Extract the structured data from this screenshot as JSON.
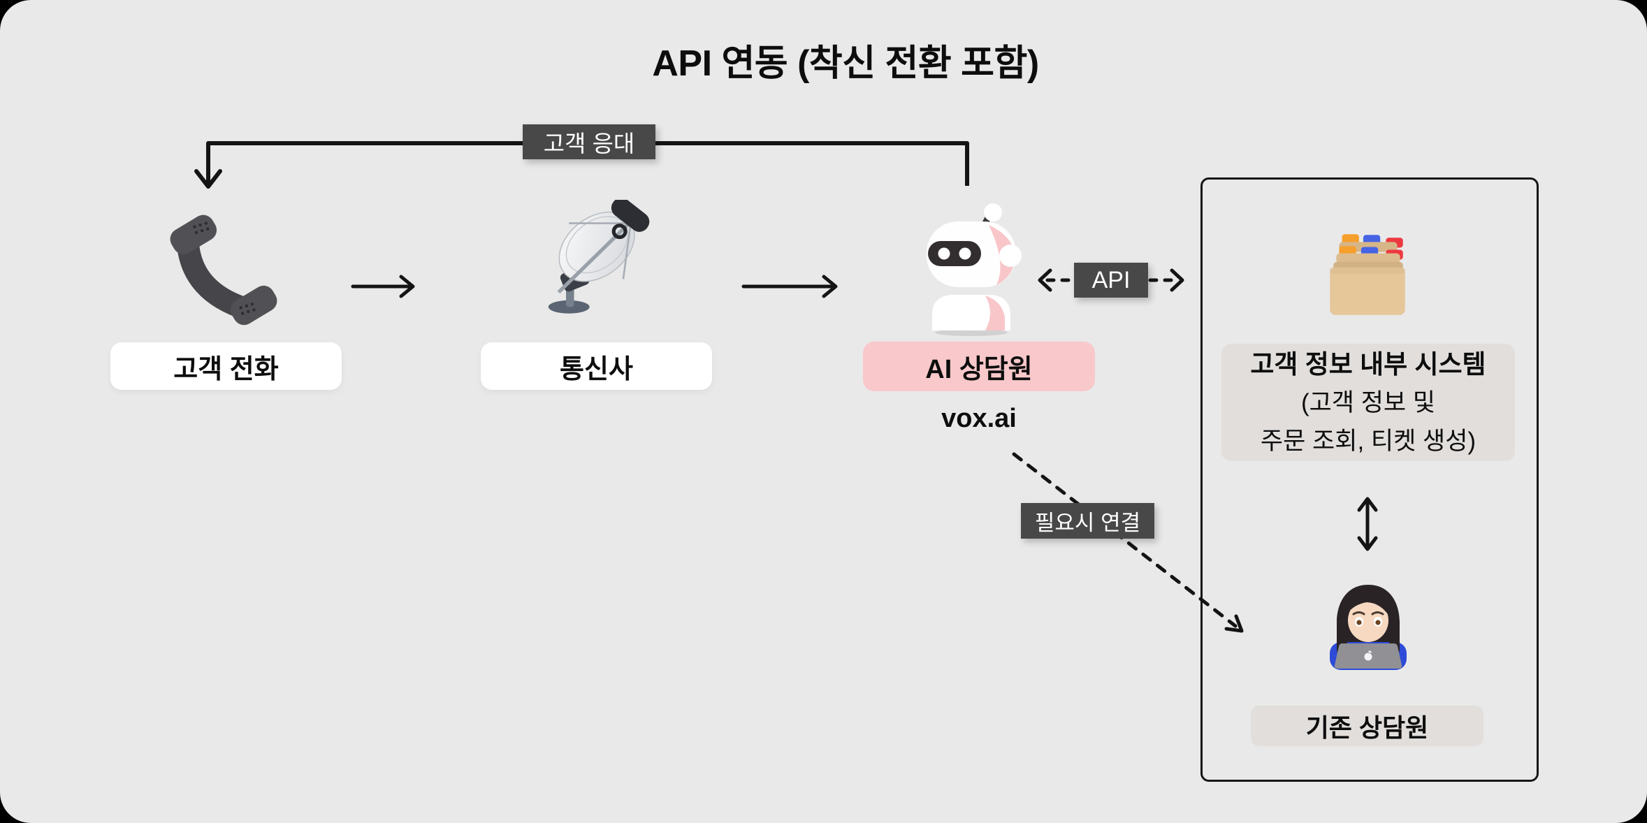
{
  "title": "API 연동 (착신 전환 포함)",
  "labels": {
    "customer_response": "고객 응대",
    "api": "API",
    "connect_when_needed": "필요시 연결"
  },
  "nodes": {
    "customer_phone": {
      "label": "고객 전화",
      "icon": "telephone-receiver"
    },
    "telecom_carrier": {
      "label": "통신사",
      "icon": "satellite-antenna"
    },
    "ai_agent": {
      "label": "AI 상담원",
      "brand": "vox.ai",
      "icon": "robot"
    },
    "internal_system": {
      "line1": "고객 정보 내부 시스템",
      "line2": "(고객 정보 및",
      "line3": "주문 조회, 티켓 생성)",
      "icon": "card-index-dividers"
    },
    "existing_agent": {
      "label": "기존 상담원",
      "icon": "woman-technologist"
    }
  },
  "colors": {
    "page_background": "#e9e9e9",
    "outer_background": "#000000",
    "dark_label_background": "#484848",
    "dark_label_text": "#ffffff",
    "ai_label_background": "#f8c8ca",
    "white_label_background": "#ffffff",
    "gray_label_background": "#e1dedc",
    "line_color": "#141414"
  }
}
